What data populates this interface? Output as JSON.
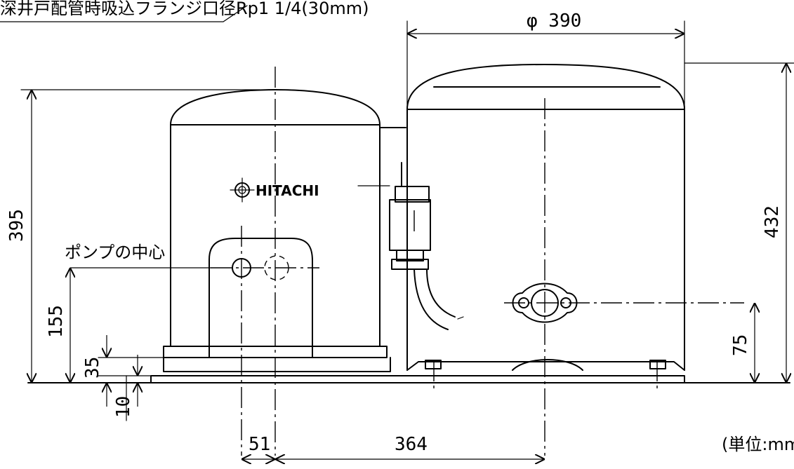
{
  "header_note": "深井戸配管時吸込フランジ口径Rp1 1/4(30mm)",
  "brand_label": "HITACHI",
  "pump_center_label": "ポンプの中心",
  "unit_note": "(単位:mm",
  "dimensions": {
    "tank_diameter": "φ 390",
    "motor_height": "395",
    "tank_height": "432",
    "pump_center_height": "155",
    "base_height": "35",
    "base_plate": "10",
    "suction_height": "75",
    "offset_51": "51",
    "distance_364": "364"
  },
  "colors": {
    "line": "#000000",
    "background": "#ffffff"
  }
}
